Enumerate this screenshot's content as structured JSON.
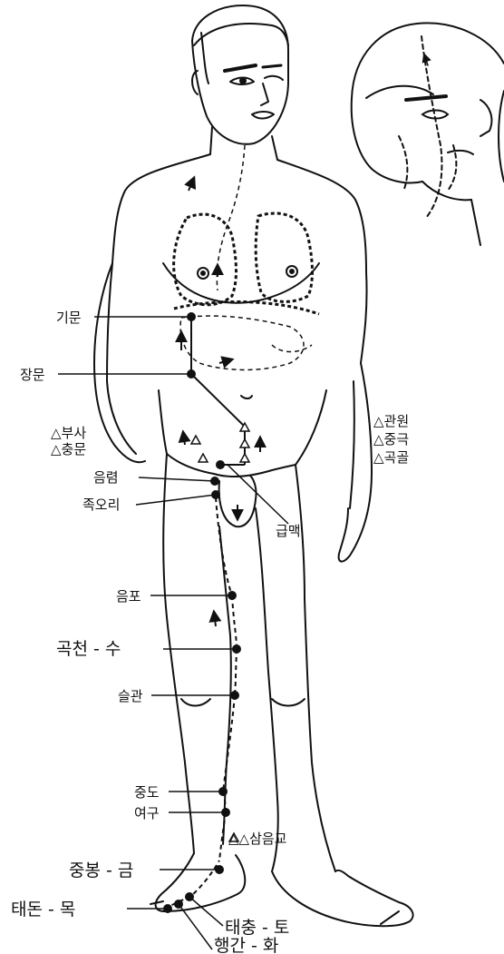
{
  "diagram": {
    "colors": {
      "ink": "#111111",
      "background": "#ffffff"
    },
    "left_points": [
      {
        "key": "gimun",
        "label": "기문"
      },
      {
        "key": "jangmun",
        "label": "장문"
      },
      {
        "key": "eumnyeom",
        "label": "음렴"
      },
      {
        "key": "jogori",
        "label": "족오리"
      },
      {
        "key": "eumpo",
        "label": "음포"
      },
      {
        "key": "gokcheon",
        "label": "곡천 - 수"
      },
      {
        "key": "seulgwan",
        "label": "슬관"
      },
      {
        "key": "jungdo",
        "label": "중도"
      },
      {
        "key": "yeogu",
        "label": "여구"
      },
      {
        "key": "jungbong",
        "label": "중봉 - 금"
      },
      {
        "key": "taedon",
        "label": "태돈 - 목"
      }
    ],
    "triangle_left": [
      "△부사",
      "△충문"
    ],
    "triangle_right": [
      "△관원",
      "△중극",
      "△곡골"
    ],
    "right_points": [
      {
        "key": "geummaek",
        "label": "급맥"
      },
      {
        "key": "sameumgyo",
        "label": "△△삼음교"
      },
      {
        "key": "taechung",
        "label": "태충 - 토"
      },
      {
        "key": "haenggan",
        "label": "행간 - 화"
      }
    ]
  }
}
